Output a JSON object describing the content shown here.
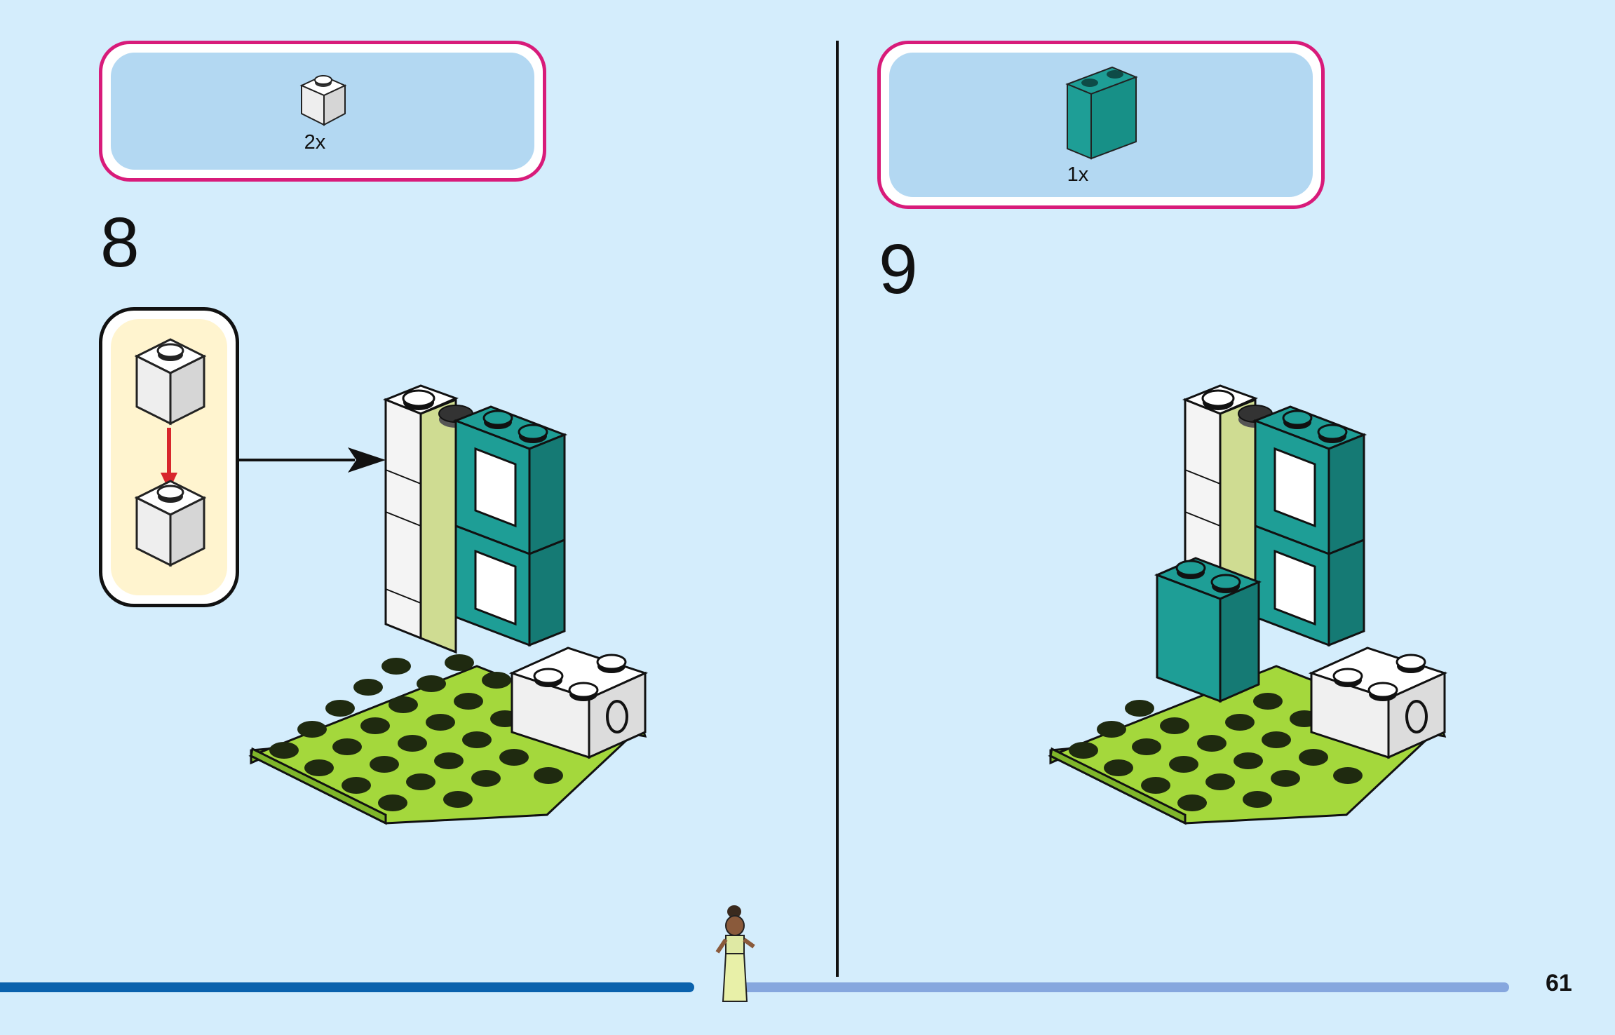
{
  "steps": [
    {
      "number": "8",
      "parts_qty": "2x"
    },
    {
      "number": "9",
      "parts_qty": "1x"
    }
  ],
  "page_number": "61",
  "progress": {
    "fraction_complete": 0.46
  },
  "colors": {
    "background": "#d4edfc",
    "parts_box_border": "#d81b7a",
    "parts_box_fill": "#b3d8f2",
    "subassembly_fill": "#fff4cf",
    "brick_white": "#f2f2f2",
    "brick_teal": "#1e9e96",
    "plate_lime": "#a4d83c",
    "brick_tan_green": "#cfdc92",
    "arrow_red": "#d8262c",
    "progress_done": "#0a62ad",
    "progress_todo": "#86a7de"
  },
  "icons": [
    "white-1x1-brick-icon",
    "teal-1x2x2-brick-icon",
    "minifigure-icon",
    "arrow-icon"
  ]
}
